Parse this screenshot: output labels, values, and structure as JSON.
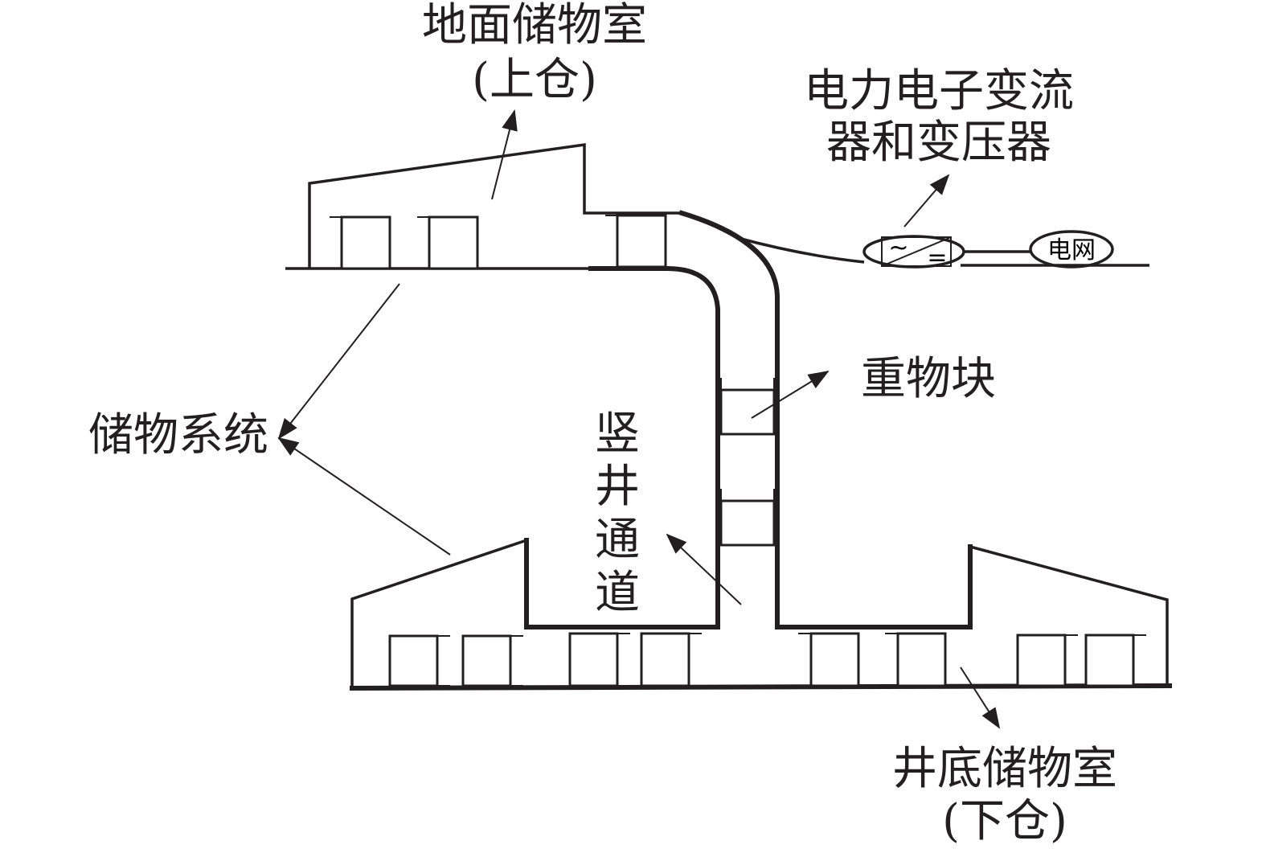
{
  "labels": {
    "ground_storage_line1": "地面储物室",
    "ground_storage_line2": "(上仓)",
    "converter_line1": "电力电子变流",
    "converter_line2": "器和变压器",
    "grid": "电网",
    "heavy_block": "重物块",
    "storage_system": "储物系统",
    "shaft_1": "竖",
    "shaft_2": "井",
    "shaft_3": "通",
    "shaft_4": "道",
    "bottom_storage_line1": "井底储物室",
    "bottom_storage_line2": "(下仓)",
    "converter_ac_symbol": "~",
    "converter_dc_symbol": "="
  }
}
